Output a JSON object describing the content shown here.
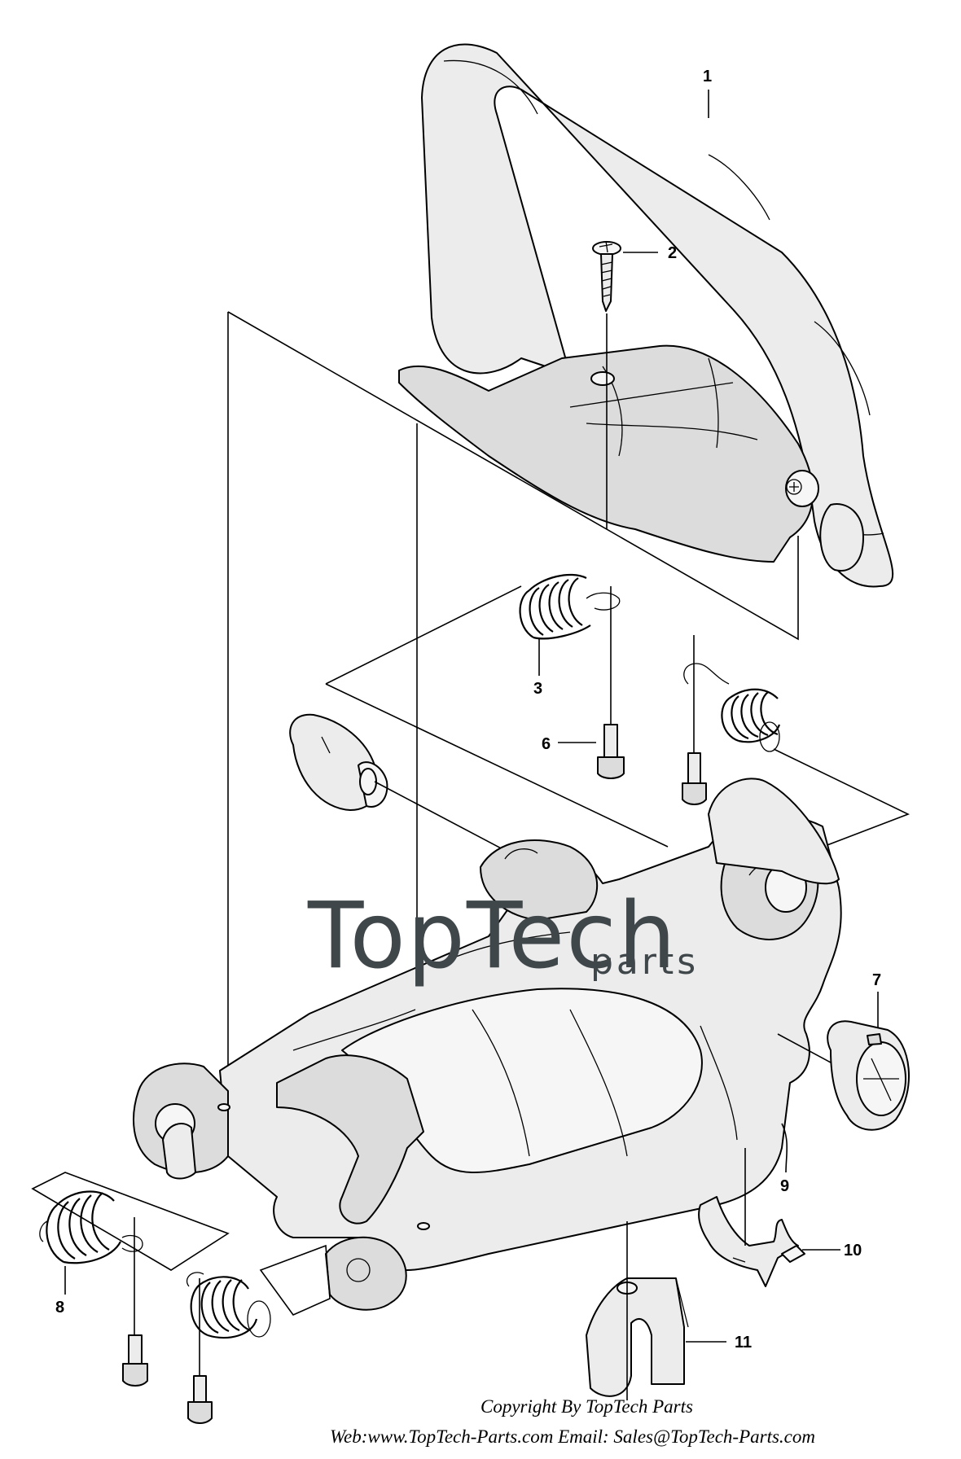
{
  "callouts": [
    {
      "id": "1",
      "label": "1"
    },
    {
      "id": "2",
      "label": "2"
    },
    {
      "id": "3",
      "label": "3"
    },
    {
      "id": "6",
      "label": "6"
    },
    {
      "id": "7",
      "label": "7"
    },
    {
      "id": "8",
      "label": "8"
    },
    {
      "id": "9",
      "label": "9"
    },
    {
      "id": "10",
      "label": "10"
    },
    {
      "id": "11",
      "label": "11"
    }
  ],
  "watermark": {
    "brand": "TopTech",
    "suffix": "parts"
  },
  "footer": {
    "copyright": "Copyright By TopTech Parts",
    "contact": "Web:www.TopTech-Parts.com  Email: Sales@TopTech-Parts.com"
  },
  "colors": {
    "line": "#000000",
    "part_fill": "#ececec",
    "watermark": "#3f474b"
  }
}
